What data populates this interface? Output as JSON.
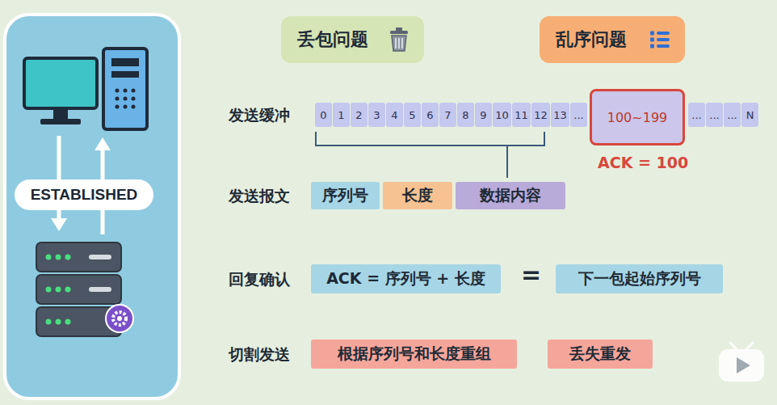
{
  "diagram": {
    "nodes": [
      {
        "text": [
          "丢包问题"
        ]
      },
      {
        "text": [
          "乱序问题"
        ]
      },
      {
        "text": [
          "0"
        ]
      },
      {
        "text": [
          "1"
        ]
      },
      {
        "text": [
          "2"
        ]
      },
      {
        "text": [
          "3"
        ]
      },
      {
        "text": [
          "4"
        ]
      },
      {
        "text": [
          "5"
        ]
      },
      {
        "text": [
          "6"
        ]
      },
      {
        "text": [
          "7"
        ]
      },
      {
        "text": [
          "8"
        ]
      },
      {
        "text": [
          "9"
        ]
      },
      {
        "text": [
          "10"
        ]
      },
      {
        "text": [
          "11"
        ]
      },
      {
        "text": [
          "12"
        ]
      },
      {
        "text": [
          "13"
        ]
      },
      {
        "text": [
          "..."
        ]
      },
      {
        "text": [
          "100~199"
        ]
      },
      {
        "text": [
          "..."
        ]
      },
      {
        "text": [
          "..."
        ]
      },
      {
        "text": [
          "..."
        ]
      },
      {
        "text": [
          "N"
        ]
      },
      {
        "text": [
          "ESTABLISHED"
        ]
      },
      {
        "text": [
          "序列号"
        ]
      },
      {
        "text": [
          "长度"
        ]
      },
      {
        "text": [
          "数据内容"
        ]
      },
      {
        "text": [
          "ACK = 序列号 + 长度"
        ]
      },
      {
        "text": [
          "下一包起始序列号"
        ]
      },
      {
        "text": [
          "根据序列号和长度重组"
        ]
      },
      {
        "text": [
          "丢失重发"
        ]
      }
    ],
    "labels": [
      "发送缓冲",
      "发送报文",
      "回复确认",
      "切割发送",
      "ACK = 100",
      "="
    ]
  }
}
